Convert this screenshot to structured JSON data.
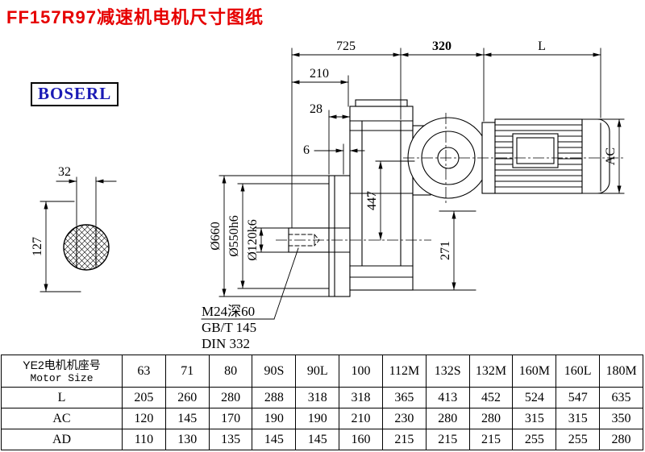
{
  "page": {
    "title": "FF157R97减速机电机尺寸图纸",
    "logo": "BOSERL"
  },
  "colors": {
    "title_red": "#e60000",
    "logo_blue": "#1a1ab5",
    "line_black": "#000000"
  },
  "drawing": {
    "dims": {
      "top1": "725",
      "top2": "320",
      "top3": "L",
      "d210": "210",
      "d28": "28",
      "d6": "6",
      "d32": "32",
      "d127": "127",
      "d660": "Ø660",
      "d550": "Ø550h6",
      "d120": "Ø120k6",
      "d447": "447",
      "d271": "271",
      "ac": "AC"
    },
    "notes": [
      "M24深60",
      "GB/T 145",
      "DIN 332"
    ]
  },
  "table": {
    "motor_col": {
      "cn": "YE2电机机座号",
      "en": "Motor Size"
    },
    "sizes": [
      "63",
      "71",
      "80",
      "90S",
      "90L",
      "100",
      "112M",
      "132S",
      "132M",
      "160M",
      "160L",
      "180M"
    ],
    "rows": [
      {
        "label": "L",
        "values": [
          "205",
          "260",
          "280",
          "288",
          "318",
          "318",
          "365",
          "413",
          "452",
          "524",
          "547",
          "635"
        ]
      },
      {
        "label": "AC",
        "values": [
          "120",
          "145",
          "170",
          "190",
          "190",
          "210",
          "230",
          "280",
          "280",
          "315",
          "315",
          "350"
        ]
      },
      {
        "label": "AD",
        "values": [
          "110",
          "130",
          "135",
          "145",
          "145",
          "160",
          "215",
          "215",
          "215",
          "255",
          "255",
          "280"
        ]
      }
    ]
  }
}
